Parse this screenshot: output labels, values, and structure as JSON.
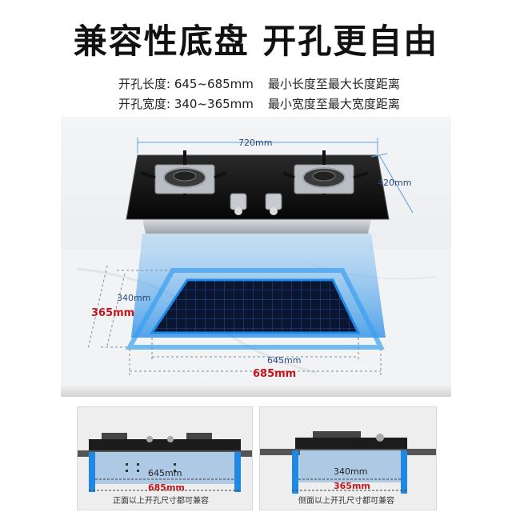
{
  "title": "兼容性底盘 开孔更自由",
  "specs": {
    "length_label": "开孔长度: 645~685mm",
    "length_note": "最小长度至最大长度距离",
    "width_label": "开孔宽度: 340~365mm",
    "width_note": "最小宽度至最大宽度距离"
  },
  "stove_dims": {
    "width": "720mm",
    "depth": "420mm"
  },
  "cutout_dims": {
    "min_width": "340mm",
    "max_width": "365mm",
    "min_length": "645mm",
    "max_length": "685mm"
  },
  "panels": {
    "left": {
      "measure": "645mm",
      "measure_red": "685mm",
      "caption": "正面以上开孔尺寸都可兼容"
    },
    "right": {
      "measure": "340mm",
      "measure_red": "365mm",
      "caption": "侧面以上开孔尺寸都可兼容"
    }
  },
  "colors": {
    "accent_blue": "#1e88e5",
    "red": "#c4161c"
  }
}
